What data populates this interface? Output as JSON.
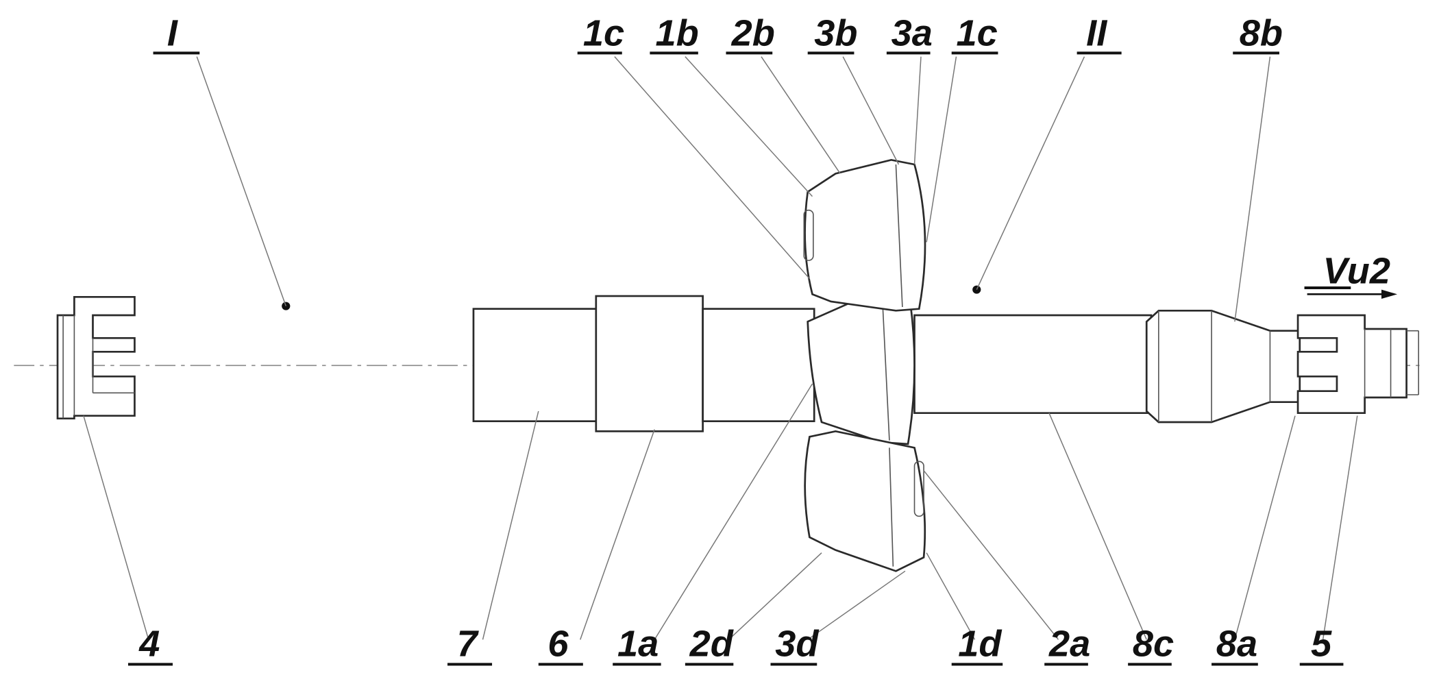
{
  "labels": {
    "I": "I",
    "II": "II",
    "l1c_top": "1c",
    "l1b": "1b",
    "l2b": "2b",
    "l3b": "3b",
    "l3a": "3a",
    "l1c_top2": "1c",
    "l8b": "8b",
    "vu2": "Vu2",
    "l4": "4",
    "l7": "7",
    "l6": "6",
    "l1a": "1a",
    "l2d": "2d",
    "l3d": "3d",
    "l1d": "1d",
    "l2a": "2a",
    "l8c": "8c",
    "l8a": "8a",
    "l5": "5"
  }
}
